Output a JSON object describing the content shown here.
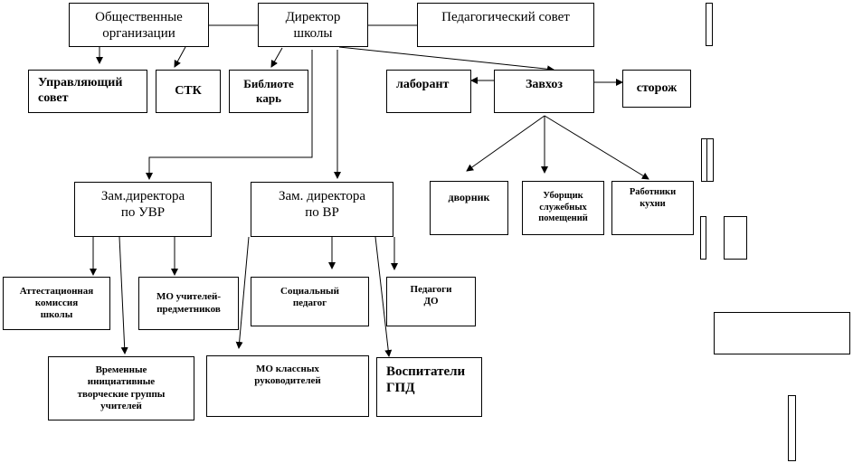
{
  "nodes": {
    "director": [
      "Директор",
      "школы"
    ],
    "public_orgs": [
      "Общественные",
      "организации"
    ],
    "ped_council": [
      "Педагогический совет"
    ],
    "governing_council": [
      "Управляющий",
      "совет"
    ],
    "stk": [
      "СТК"
    ],
    "librarian": [
      "Библиоте",
      "карь"
    ],
    "lab_assistant": [
      "лаборант"
    ],
    "zavhoz": [
      "Завхоз"
    ],
    "watchman": [
      "сторож"
    ],
    "janitor": [
      "дворник"
    ],
    "cleaner": [
      "Уборщик",
      "служебных",
      "помещений"
    ],
    "kitchen": [
      "Работники",
      "кухни"
    ],
    "deputy_uvr": [
      "Зам.директора",
      "по УВР"
    ],
    "deputy_vr": [
      "Зам. директора",
      "по ВР"
    ],
    "attestation": [
      "Аттестационная",
      "комиссия",
      "школы"
    ],
    "mo_subject": [
      "МО учителей-",
      "предметников"
    ],
    "social_teacher": [
      "Социальный",
      "педагог"
    ],
    "teachers_do": [
      "Педагоги",
      "ДО"
    ],
    "temp_groups": [
      "Временные",
      "инициативные",
      "творческие группы",
      "учителей"
    ],
    "mo_class": [
      "МО классных",
      "руководителей"
    ],
    "gpd": [
      "Воспитатели",
      "ГПД"
    ]
  }
}
